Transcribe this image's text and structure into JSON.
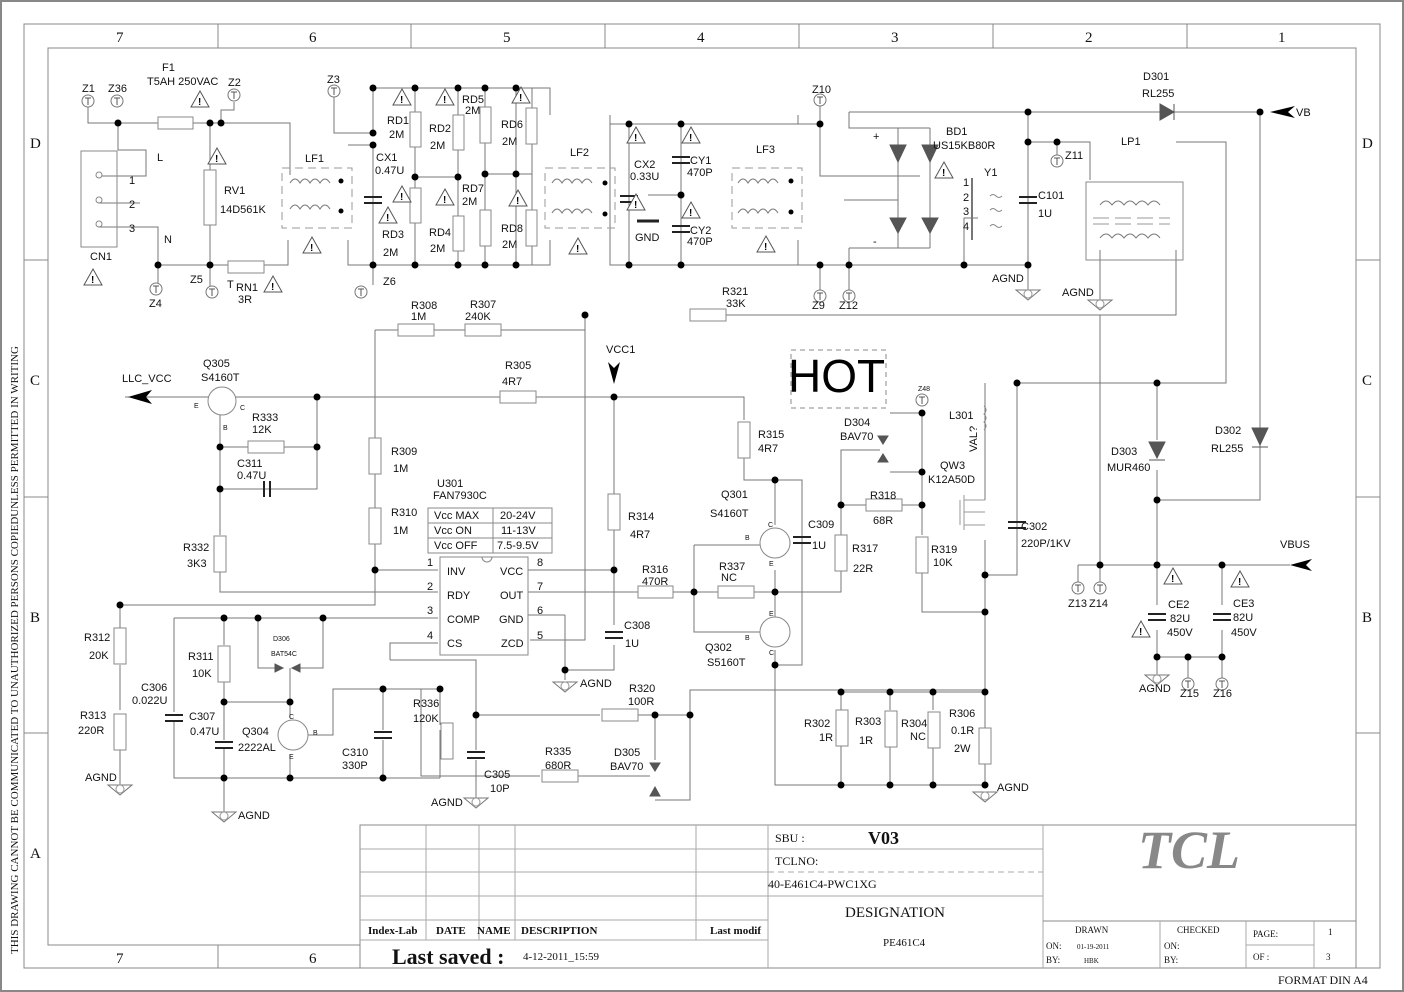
{
  "sheet": {
    "columns": [
      "7",
      "6",
      "5",
      "4",
      "3",
      "2",
      "1"
    ],
    "rows": [
      "D",
      "C",
      "B",
      "A"
    ],
    "side_note": "THIS DRAWING CANNOT BE COMMUNICATED TO UNAUTHORIZED PERSONS COPIEDUNLESS  PERMITTED IN WRITING",
    "hot_label": "HOT"
  },
  "components": {
    "F1": {
      "ref": "F1",
      "value": "T5AH 250VAC"
    },
    "RV1": {
      "ref": "RV1",
      "value": "14D561K"
    },
    "RN1": {
      "ref": "RN1",
      "value": "3R",
      "prefix": "T"
    },
    "CN1": {
      "ref": "CN1",
      "pins": [
        "1",
        "2",
        "3"
      ],
      "line": "L",
      "neutral": "N"
    },
    "LF1": {
      "ref": "LF1"
    },
    "LF2": {
      "ref": "LF2"
    },
    "LF3": {
      "ref": "LF3"
    },
    "CX1": {
      "ref": "CX1",
      "value": "0.47U"
    },
    "CX2": {
      "ref": "CX2",
      "value": "0.33U"
    },
    "CY1": {
      "ref": "CY1",
      "value": "470P"
    },
    "CY2": {
      "ref": "CY2",
      "value": "470P"
    },
    "RD1": {
      "ref": "RD1",
      "value": "2M"
    },
    "RD2": {
      "ref": "RD2",
      "value": "2M"
    },
    "RD3": {
      "ref": "RD3",
      "value": "2M"
    },
    "RD4": {
      "ref": "RD4",
      "value": "2M"
    },
    "RD5": {
      "ref": "RD5",
      "value": "2M"
    },
    "RD6": {
      "ref": "RD6",
      "value": "2M"
    },
    "RD7": {
      "ref": "RD7",
      "value": "2M"
    },
    "RD8": {
      "ref": "RD8",
      "value": "2M"
    },
    "BD1": {
      "ref": "BD1",
      "value": "US15KB80R"
    },
    "Y1": {
      "ref": "Y1",
      "pins": [
        "1",
        "2",
        "3",
        "4"
      ]
    },
    "C101": {
      "ref": "C101",
      "value": "1U"
    },
    "LP1": {
      "ref": "LP1"
    },
    "D301": {
      "ref": "D301",
      "value": "RL255"
    },
    "D302": {
      "ref": "D302",
      "value": "RL255"
    },
    "D303": {
      "ref": "D303",
      "value": "MUR460"
    },
    "D304": {
      "ref": "D304",
      "value": "BAV70"
    },
    "D305": {
      "ref": "D305",
      "value": "BAV70"
    },
    "D306": {
      "ref": "D306",
      "value": "BAT54C"
    },
    "R321": {
      "ref": "R321",
      "value": "33K"
    },
    "R308": {
      "ref": "R308",
      "value": "1M"
    },
    "R307": {
      "ref": "R307",
      "value": "240K"
    },
    "R305": {
      "ref": "R305",
      "value": "4R7"
    },
    "R309": {
      "ref": "R309",
      "value": "1M"
    },
    "R310": {
      "ref": "R310",
      "value": "1M"
    },
    "R314": {
      "ref": "R314",
      "value": "4R7"
    },
    "R315": {
      "ref": "R315",
      "value": "4R7"
    },
    "R316": {
      "ref": "R316",
      "value": "470R"
    },
    "R337": {
      "ref": "R337",
      "value": "NC"
    },
    "R317": {
      "ref": "R317",
      "value": "22R"
    },
    "R318": {
      "ref": "R318",
      "value": "68R"
    },
    "R319": {
      "ref": "R319",
      "value": "10K"
    },
    "R333": {
      "ref": "R333",
      "value": "12K"
    },
    "R332": {
      "ref": "R332",
      "value": "3K3"
    },
    "R312": {
      "ref": "R312",
      "value": "20K"
    },
    "R313": {
      "ref": "R313",
      "value": "220R"
    },
    "R311": {
      "ref": "R311",
      "value": "10K"
    },
    "R336": {
      "ref": "R336",
      "value": "120K"
    },
    "R335": {
      "ref": "R335",
      "value": "680R"
    },
    "R320": {
      "ref": "R320",
      "value": "100R"
    },
    "R302": {
      "ref": "R302",
      "value": "1R"
    },
    "R303": {
      "ref": "R303",
      "value": "1R"
    },
    "R304": {
      "ref": "R304",
      "value": "NC"
    },
    "R306": {
      "ref": "R306",
      "value": "0.1R",
      "power": "2W"
    },
    "C311": {
      "ref": "C311",
      "value": "0.47U"
    },
    "C306": {
      "ref": "C306",
      "value": "0.022U"
    },
    "C307": {
      "ref": "C307",
      "value": "0.47U"
    },
    "C310": {
      "ref": "C310",
      "value": "330P"
    },
    "C305": {
      "ref": "C305",
      "value": "10P"
    },
    "C308": {
      "ref": "C308",
      "value": "1U"
    },
    "C309": {
      "ref": "C309",
      "value": "1U"
    },
    "C302": {
      "ref": "C302",
      "value": "220P/1KV"
    },
    "CE2": {
      "ref": "CE2",
      "value": "82U",
      "voltage": "450V"
    },
    "CE3": {
      "ref": "CE3",
      "value": "82U",
      "voltage": "450V"
    },
    "L301": {
      "ref": "L301",
      "value": "VAL?"
    },
    "Q305": {
      "ref": "Q305",
      "value": "S4160T"
    },
    "Q301": {
      "ref": "Q301",
      "value": "S4160T"
    },
    "Q302": {
      "ref": "Q302",
      "value": "S5160T"
    },
    "Q304": {
      "ref": "Q304",
      "value": "2222AL"
    },
    "QW3": {
      "ref": "QW3",
      "value": "K12A50D"
    },
    "U301": {
      "ref": "U301",
      "value": "FAN7930C",
      "pins_left": [
        {
          "num": "1",
          "name": "INV"
        },
        {
          "num": "2",
          "name": "RDY"
        },
        {
          "num": "3",
          "name": "COMP"
        },
        {
          "num": "4",
          "name": "CS"
        }
      ],
      "pins_right": [
        {
          "num": "8",
          "name": "VCC"
        },
        {
          "num": "7",
          "name": "OUT"
        },
        {
          "num": "6",
          "name": "GND"
        },
        {
          "num": "5",
          "name": "ZCD"
        }
      ],
      "spec_table": [
        {
          "param": "Vcc MAX",
          "value": "20-24V"
        },
        {
          "param": "Vcc  ON",
          "value": "11-13V"
        },
        {
          "param": "Vcc OFF",
          "value": "7.5-9.5V"
        }
      ]
    }
  },
  "test_points": {
    "Z1": "Z1",
    "Z36": "Z36",
    "Z2": "Z2",
    "Z3": "Z3",
    "Z4": "Z4",
    "Z5": "Z5",
    "Z6": "Z6",
    "Z9": "Z9",
    "Z10": "Z10",
    "Z11": "Z11",
    "Z12": "Z12",
    "Z13": "Z13",
    "Z14": "Z14",
    "Z15": "Z15",
    "Z16": "Z16",
    "Z48": "Z48"
  },
  "nets": {
    "VB": "VB",
    "VBUS": "VBUS",
    "VCC1": "VCC1",
    "LLC_VCC": "LLC_VCC",
    "AGND": "AGND",
    "GND": "GND"
  },
  "pin_labels": {
    "E": "E",
    "B": "B",
    "C": "C",
    "plus": "+",
    "minus": "-"
  },
  "title_block": {
    "revision_headers": [
      "Index-Lab",
      "DATE",
      "NAME",
      "DESCRIPTION",
      "Last modif"
    ],
    "last_saved_label": "Last saved :",
    "last_saved_value": "4-12-2011_15:59",
    "sbu_label": "SBU :",
    "sbu_value": "V03",
    "tclno_label": "TCLNO:",
    "tclno_value": "40-E461C4-PWC1XG",
    "designation_label": "DESIGNATION",
    "designation_value": "PE461C4",
    "logo": "TCL",
    "drawn_label": "DRAWN",
    "checked_label": "CHECKED",
    "on_label": "ON:",
    "by_label": "BY:",
    "drawn_on": "01-19-2011",
    "drawn_by": "HBK",
    "page_label": "PAGE:",
    "page_value": "1",
    "of_label": "OF :",
    "of_value": "3",
    "format": "FORMAT DIN A4"
  }
}
